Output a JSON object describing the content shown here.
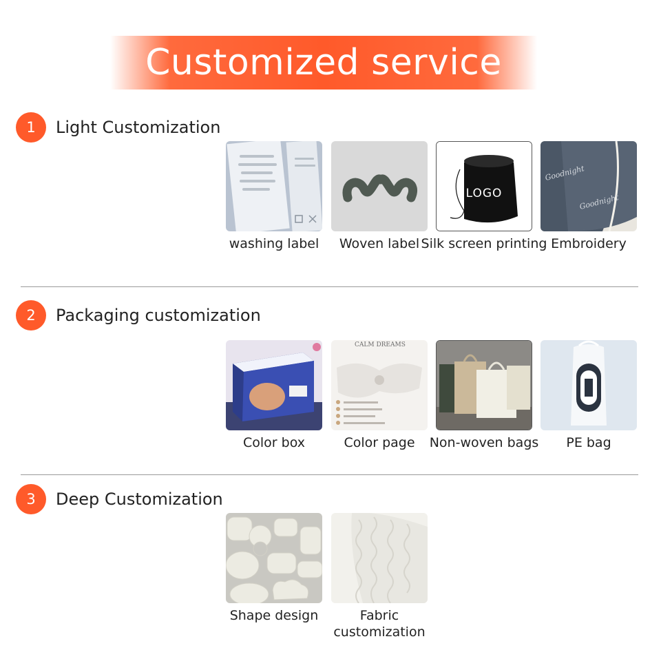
{
  "banner": {
    "title": "Customized service"
  },
  "sections": [
    {
      "number": "1",
      "title": "Light Customization",
      "items": [
        {
          "caption": "washing label"
        },
        {
          "caption": "Woven label"
        },
        {
          "caption": "Silk screen printing",
          "image_text": "LOGO"
        },
        {
          "caption": "Embroidery",
          "image_text": "Goodnight"
        }
      ]
    },
    {
      "number": "2",
      "title": "Packaging customization",
      "items": [
        {
          "caption": "Color box"
        },
        {
          "caption": "Color page",
          "image_text": "CALM DREAMS"
        },
        {
          "caption": "Non-woven bags"
        },
        {
          "caption": "PE bag"
        }
      ]
    },
    {
      "number": "3",
      "title": "Deep Customization",
      "items": [
        {
          "caption": "Shape design"
        },
        {
          "caption": "Fabric customization"
        }
      ]
    }
  ],
  "colors": {
    "accent": "#ff5a2a",
    "divider": "#9a9a9a",
    "text": "#222222"
  }
}
